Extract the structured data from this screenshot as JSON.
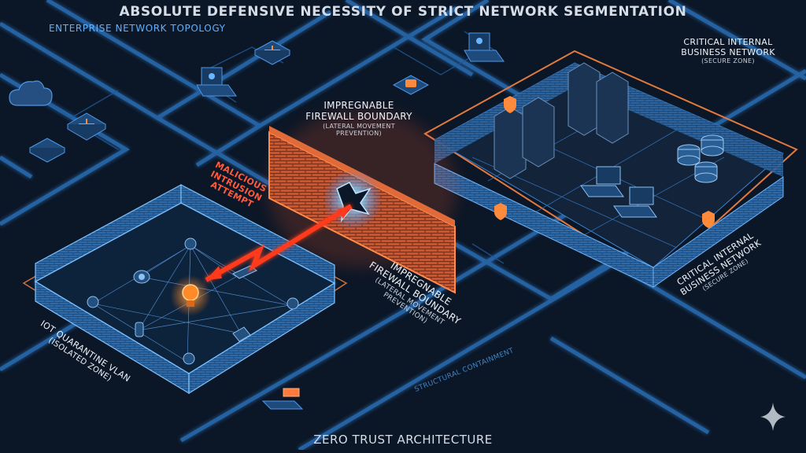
{
  "title": "ABSOLUTE DEFENSIVE NECESSITY OF STRICT NETWORK SEGMENTATION",
  "topology_label": "ENTERPRISE NETWORK TOPOLOGY",
  "critical_network": {
    "title_line1": "CRITICAL INTERNAL",
    "title_line2": "BUSINESS NETWORK",
    "subtitle": "(SECURE ZONE)"
  },
  "firewall": {
    "title_line1": "IMPREGNABLE",
    "title_line2": "FIREWALL BOUNDARY",
    "subtitle_line1": "(LATERAL MOVEMENT",
    "subtitle_line2": "PREVENTION)"
  },
  "intrusion": {
    "line1": "MALICIOUS",
    "line2": "INTRUSION ATTEMPT"
  },
  "iot_zone": {
    "title": "IOT QUARANTINE VLAN",
    "subtitle": "(ISOLATED ZONE)"
  },
  "structural_label": "STRUCTURAL CONTAINMENT",
  "footer": "ZERO TRUST ARCHITECTURE",
  "colors": {
    "background": "#0b1626",
    "network_line": "#3d8fe0",
    "threat": "#ff4a2a",
    "firewall": "#e5683a",
    "secure_boundary": "#e27a3f"
  }
}
